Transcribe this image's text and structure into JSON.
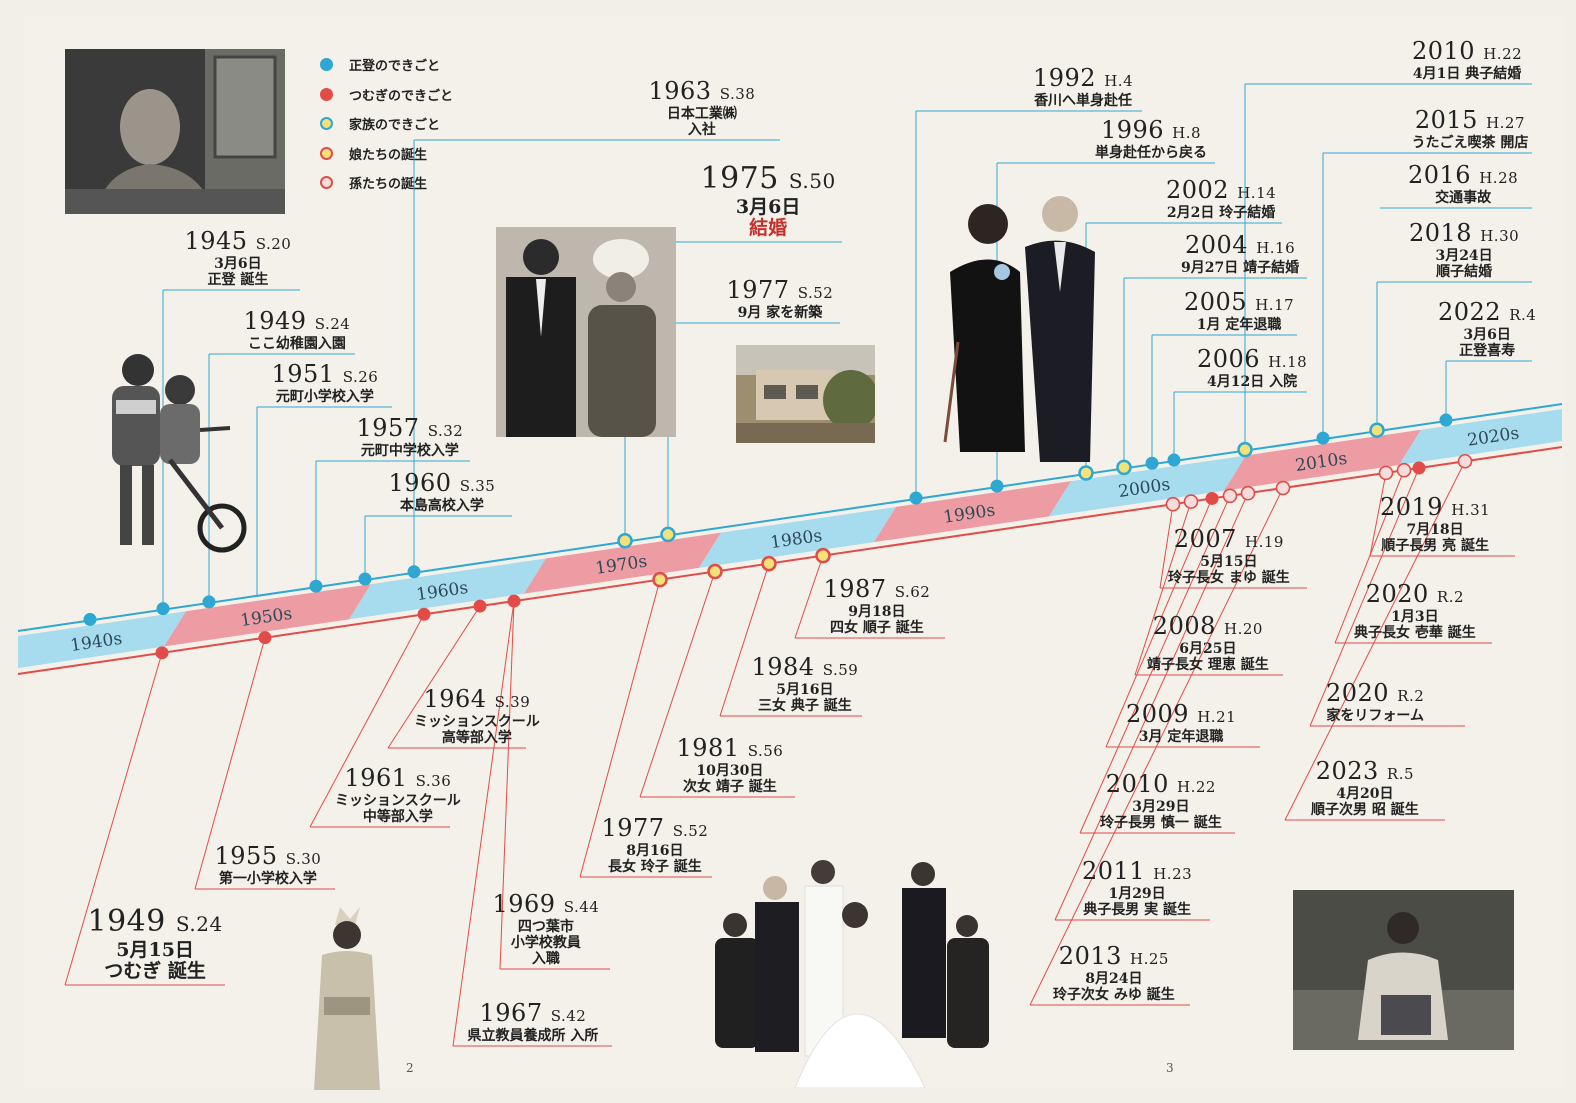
{
  "legend": [
    {
      "label": "正登のできごと",
      "kind": "blue"
    },
    {
      "label": "つむぎのできごと",
      "kind": "red"
    },
    {
      "label": "家族のできごと",
      "kind": "family"
    },
    {
      "label": "娘たちの誕生",
      "kind": "daughter"
    },
    {
      "label": "孫たちの誕生",
      "kind": "grandchild"
    }
  ],
  "colors": {
    "blue": "#2fa7d3",
    "red": "#e14c48",
    "yellow": "#f3e27a",
    "pink_fill": "#f6dcdc",
    "band_blue": "#a7dcee",
    "band_pink": "#ec9ca2"
  },
  "decades": [
    "1940s",
    "1950s",
    "1960s",
    "1970s",
    "1980s",
    "1990s",
    "2000s",
    "2010s",
    "2020s"
  ],
  "events_top": [
    {
      "id": "e1945",
      "year": "1945",
      "era": "S.20",
      "lines": [
        "3月6日",
        "正登 誕生"
      ]
    },
    {
      "id": "e1949a",
      "year": "1949",
      "era": "S.24",
      "lines": [
        "ここ幼稚園入園"
      ]
    },
    {
      "id": "e1951",
      "year": "1951",
      "era": "S.26",
      "lines": [
        "元町小学校入学"
      ]
    },
    {
      "id": "e1957",
      "year": "1957",
      "era": "S.32",
      "lines": [
        "元町中学校入学"
      ]
    },
    {
      "id": "e1960",
      "year": "1960",
      "era": "S.35",
      "lines": [
        "本島高校入学"
      ]
    },
    {
      "id": "e1963",
      "year": "1963",
      "era": "S.38",
      "lines": [
        "日本工業㈱",
        "入社"
      ]
    },
    {
      "id": "e1975",
      "year": "1975",
      "era": "S.50",
      "lines": [
        "3月6日",
        "結婚"
      ]
    },
    {
      "id": "e1977a",
      "year": "1977",
      "era": "S.52",
      "lines": [
        "9月 家を新築"
      ]
    },
    {
      "id": "e1992",
      "year": "1992",
      "era": "H.4",
      "lines": [
        "香川へ単身赴任"
      ]
    },
    {
      "id": "e1996",
      "year": "1996",
      "era": "H.8",
      "lines": [
        "単身赴任から戻る"
      ]
    },
    {
      "id": "e2002",
      "year": "2002",
      "era": "H.14",
      "lines": [
        "2月2日 玲子結婚"
      ]
    },
    {
      "id": "e2004",
      "year": "2004",
      "era": "H.16",
      "lines": [
        "9月27日 靖子結婚"
      ]
    },
    {
      "id": "e2005",
      "year": "2005",
      "era": "H.17",
      "lines": [
        "1月 定年退職"
      ]
    },
    {
      "id": "e2006",
      "year": "2006",
      "era": "H.18",
      "lines": [
        "4月12日 入院"
      ]
    },
    {
      "id": "e2010a",
      "year": "2010",
      "era": "H.22",
      "lines": [
        "4月1日 典子結婚"
      ]
    },
    {
      "id": "e2015",
      "year": "2015",
      "era": "H.27",
      "lines": [
        "うたごえ喫茶 開店"
      ]
    },
    {
      "id": "e2016",
      "year": "2016",
      "era": "H.28",
      "lines": [
        "交通事故"
      ]
    },
    {
      "id": "e2018",
      "year": "2018",
      "era": "H.30",
      "lines": [
        "3月24日",
        "順子結婚"
      ]
    },
    {
      "id": "e2022",
      "year": "2022",
      "era": "R.4",
      "lines": [
        "3月6日",
        "正登喜寿"
      ]
    }
  ],
  "events_bottom": [
    {
      "id": "e1949b",
      "year": "1949",
      "era": "S.24",
      "lines": [
        "5月15日",
        "つむぎ 誕生"
      ]
    },
    {
      "id": "e1955",
      "year": "1955",
      "era": "S.30",
      "lines": [
        "第一小学校入学"
      ]
    },
    {
      "id": "e1961",
      "year": "1961",
      "era": "S.36",
      "lines": [
        "ミッションスクール",
        "中等部入学"
      ]
    },
    {
      "id": "e1964",
      "year": "1964",
      "era": "S.39",
      "lines": [
        "ミッションスクール",
        "高等部入学"
      ]
    },
    {
      "id": "e1967",
      "year": "1967",
      "era": "S.42",
      "lines": [
        "県立教員養成所 入所"
      ]
    },
    {
      "id": "e1969",
      "year": "1969",
      "era": "S.44",
      "lines": [
        "四つ葉市",
        "小学校教員",
        "入職"
      ]
    },
    {
      "id": "e1977b",
      "year": "1977",
      "era": "S.52",
      "lines": [
        "8月16日",
        "長女 玲子 誕生"
      ]
    },
    {
      "id": "e1981",
      "year": "1981",
      "era": "S.56",
      "lines": [
        "10月30日",
        "次女 靖子 誕生"
      ]
    },
    {
      "id": "e1984",
      "year": "1984",
      "era": "S.59",
      "lines": [
        "5月16日",
        "三女 典子 誕生"
      ]
    },
    {
      "id": "e1987",
      "year": "1987",
      "era": "S.62",
      "lines": [
        "9月18日",
        "四女 順子 誕生"
      ]
    },
    {
      "id": "e2007",
      "year": "2007",
      "era": "H.19",
      "lines": [
        "5月15日",
        "玲子長女 まゆ 誕生"
      ]
    },
    {
      "id": "e2008",
      "year": "2008",
      "era": "H.20",
      "lines": [
        "6月25日",
        "靖子長女 理恵 誕生"
      ]
    },
    {
      "id": "e2009",
      "year": "2009",
      "era": "H.21",
      "lines": [
        "3月 定年退職"
      ]
    },
    {
      "id": "e2010b",
      "year": "2010",
      "era": "H.22",
      "lines": [
        "3月29日",
        "玲子長男 慎一 誕生"
      ]
    },
    {
      "id": "e2011",
      "year": "2011",
      "era": "H.23",
      "lines": [
        "1月29日",
        "典子長男 実 誕生"
      ]
    },
    {
      "id": "e2013",
      "year": "2013",
      "era": "H.25",
      "lines": [
        "8月24日",
        "玲子次女 みゆ 誕生"
      ]
    },
    {
      "id": "e2019",
      "year": "2019",
      "era": "H.31",
      "lines": [
        "7月18日",
        "順子長男 亮 誕生"
      ]
    },
    {
      "id": "e2020a",
      "year": "2020",
      "era": "R.2",
      "lines": [
        "1月3日",
        "典子長女 壱華 誕生"
      ]
    },
    {
      "id": "e2020b",
      "year": "2020",
      "era": "R.2",
      "lines": [
        "家をリフォーム"
      ]
    },
    {
      "id": "e2023",
      "year": "2023",
      "era": "R.5",
      "lines": [
        "4月20日",
        "順子次男 昭 誕生"
      ]
    }
  ],
  "page_numbers": [
    "2",
    "3"
  ]
}
